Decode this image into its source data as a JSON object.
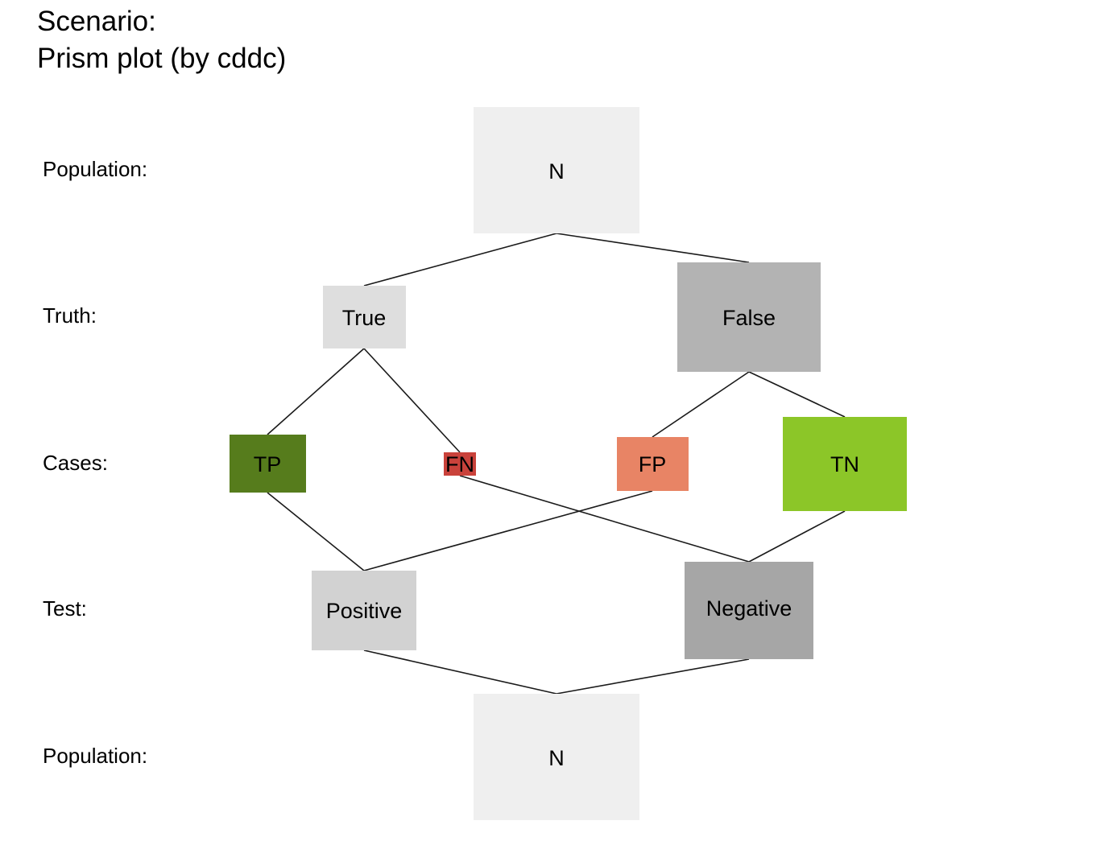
{
  "title": {
    "line1": "Scenario:",
    "line2": "Prism plot (by cddc)"
  },
  "row_labels": {
    "population_top": "Population:",
    "truth": "Truth:",
    "cases": "Cases:",
    "test": "Test:",
    "population_bottom": "Population:"
  },
  "nodes": {
    "n_top": {
      "label": "N",
      "color": "#efefef"
    },
    "true": {
      "label": "True",
      "color": "#dedede"
    },
    "false": {
      "label": "False",
      "color": "#b3b3b3"
    },
    "tp": {
      "label": "TP",
      "color": "#567c1c"
    },
    "fn": {
      "label": "FN",
      "color": "#c9423b"
    },
    "fp": {
      "label": "FP",
      "color": "#e88465"
    },
    "tn": {
      "label": "TN",
      "color": "#8cc628"
    },
    "positive": {
      "label": "Positive",
      "color": "#d2d2d2"
    },
    "negative": {
      "label": "Negative",
      "color": "#a6a6a6"
    },
    "n_bottom": {
      "label": "N",
      "color": "#efefef"
    }
  }
}
